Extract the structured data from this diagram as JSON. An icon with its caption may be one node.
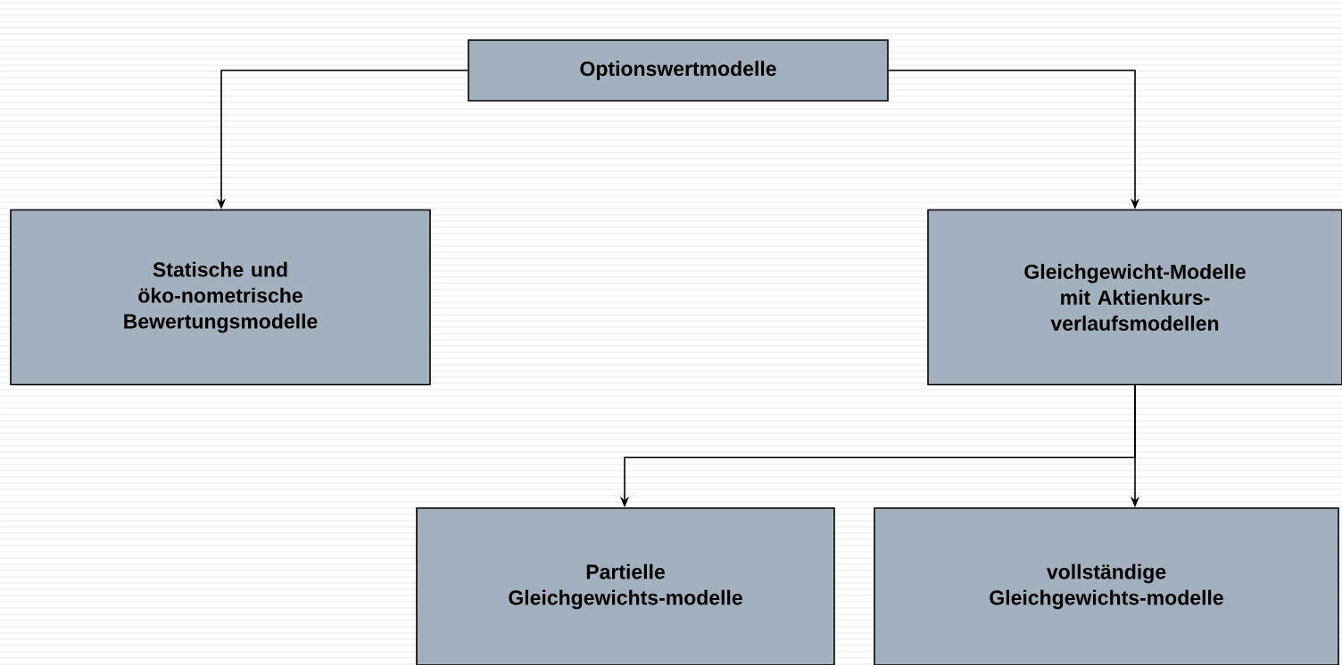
{
  "diagram": {
    "nodes": [
      {
        "text": [
          "Optionswertmodelle"
        ]
      },
      {
        "text": [
          "Statische und öko-nometrische Bewertungsmodelle"
        ]
      },
      {
        "text": [
          "Gleichgewicht-Modelle mit Aktienkurs-verlaufsmodellen"
        ]
      },
      {
        "text": [
          "Partielle Gleichgewichts-modelle"
        ]
      },
      {
        "text": [
          "vollständige Gleichgewichts-modelle"
        ]
      }
    ],
    "edges": [
      {
        "from": 0,
        "to": 1,
        "arrow": "to"
      },
      {
        "from": 0,
        "to": 2,
        "arrow": "to"
      },
      {
        "from": 2,
        "to": 3,
        "arrow": "to"
      },
      {
        "from": 2,
        "to": 4,
        "arrow": "to"
      }
    ]
  }
}
